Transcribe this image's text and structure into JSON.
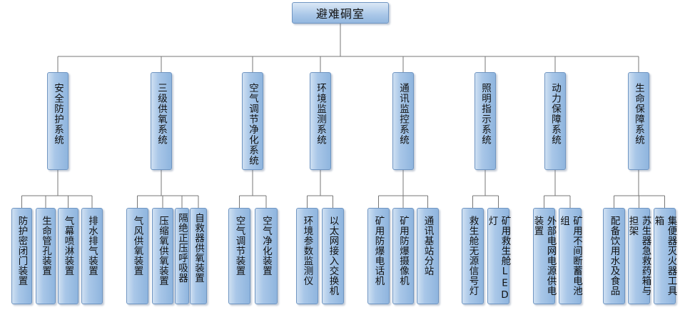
{
  "root": {
    "label": "避难硐室"
  },
  "systems": [
    {
      "label": "安全防护系统",
      "children": [
        "防护密闭门装置",
        "生命管孔装置",
        "气幕喷淋装置",
        "排水排气装置"
      ]
    },
    {
      "label": "三级供氧系统",
      "children": [
        "气风供氧装置",
        "压缩氧供氧装置",
        "隔绝正压呼吸器",
        "自救器供氧装置"
      ]
    },
    {
      "label": "空气调节净化系统",
      "children": [
        "空气调节装置",
        "空气净化装置"
      ]
    },
    {
      "label": "环境监测系统",
      "children": [
        "环境参数监测仪",
        "以太网接入交换机"
      ]
    },
    {
      "label": "通讯监控系统",
      "children": [
        "矿用防爆电话机",
        "矿用防爆摄像机",
        "通讯基站分站"
      ]
    },
    {
      "label": "照明指示系统",
      "children": [
        "救生舱无源信号灯",
        "矿用救生舱LED灯"
      ]
    },
    {
      "label": "动力保障系统",
      "children": [
        "外部电网电源供电装置",
        "矿用不间断蓄电池组"
      ]
    },
    {
      "label": "生命保障系统",
      "children": [
        "配备饮用水及食品",
        "苏生器急救药箱与担架",
        "集便器灭火器工具箱"
      ]
    }
  ]
}
